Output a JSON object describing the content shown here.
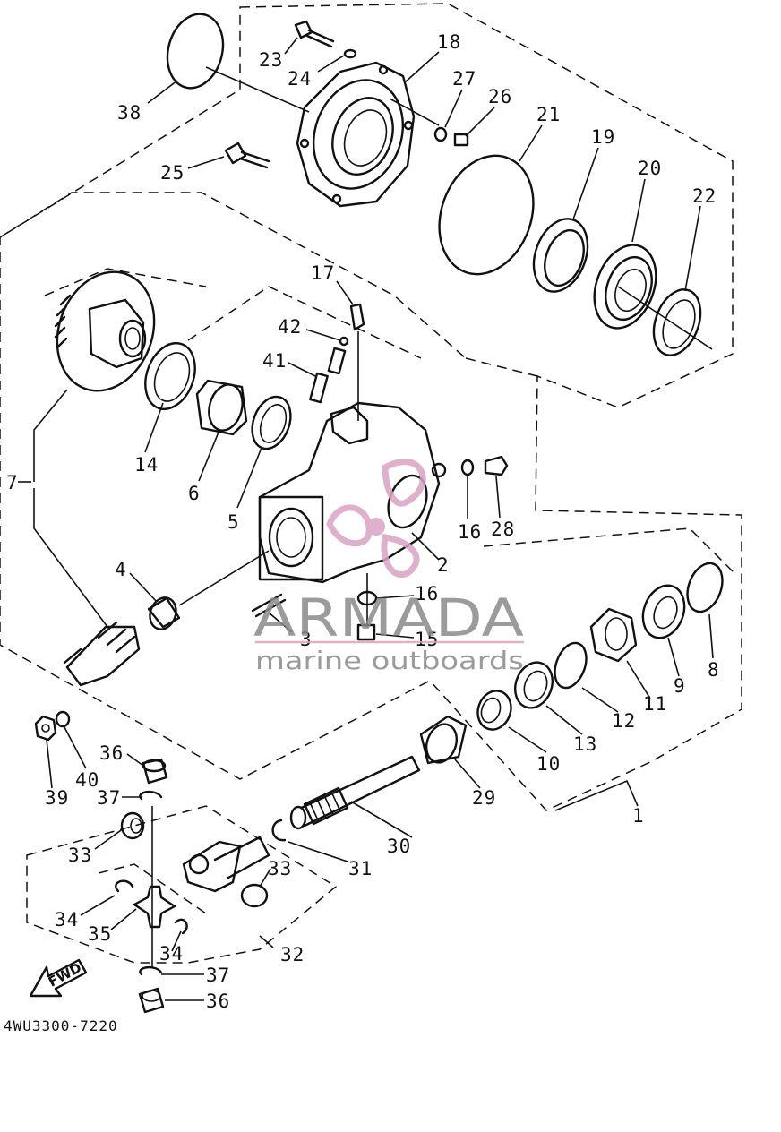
{
  "diagram": {
    "part_code": "4WU3300-7220",
    "direction_label": "FWD",
    "watermark": {
      "brand": "ARMADA",
      "tagline": "marine outboards",
      "accent_color": "#d9a3c4",
      "text_color": "#8a8a8a"
    },
    "labels": {
      "p1": "1",
      "p2": "2",
      "p3": "3",
      "p4": "4",
      "p5": "5",
      "p6": "6",
      "p7": "7",
      "p8": "8",
      "p9": "9",
      "p10": "10",
      "p11": "11",
      "p12": "12",
      "p13": "13",
      "p14": "14",
      "p15": "15",
      "p16a": "16",
      "p16b": "16",
      "p17": "17",
      "p18": "18",
      "p19": "19",
      "p20": "20",
      "p21": "21",
      "p22": "22",
      "p23": "23",
      "p24": "24",
      "p25": "25",
      "p26": "26",
      "p27": "27",
      "p28": "28",
      "p29": "29",
      "p30": "30",
      "p31": "31",
      "p32": "32",
      "p33a": "33",
      "p33b": "33",
      "p34a": "34",
      "p34b": "34",
      "p35": "35",
      "p36a": "36",
      "p36b": "36",
      "p37a": "37",
      "p37b": "37",
      "p38": "38",
      "p39": "39",
      "p40": "40",
      "p41": "41",
      "p42": "42"
    }
  }
}
